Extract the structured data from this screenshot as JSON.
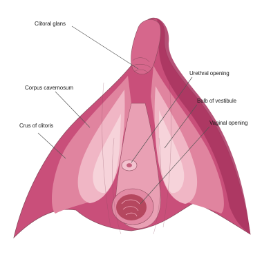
{
  "diagram": {
    "labels": {
      "clitoral_glans": "Clitoral glans",
      "urethral_opening": "Urethral opening",
      "corpus_cavernosum": "Corpus cavernosum",
      "bulb_of_vestibule": "Bulb of vestibule",
      "crus_of_clitoris": "Crus of clitoris",
      "vaginal_opening": "Vaginal opening"
    },
    "colors": {
      "outer_body": "#c94f7a",
      "outer_edge_dark": "#a8345f",
      "mid_tissue": "#e0849f",
      "inner_tissue": "#f0b6c5",
      "pale_tissue": "#f6d3da",
      "vaginal_inner": "#b5475f",
      "outline": "#8c4a5e",
      "leader_line": "#555555"
    }
  }
}
